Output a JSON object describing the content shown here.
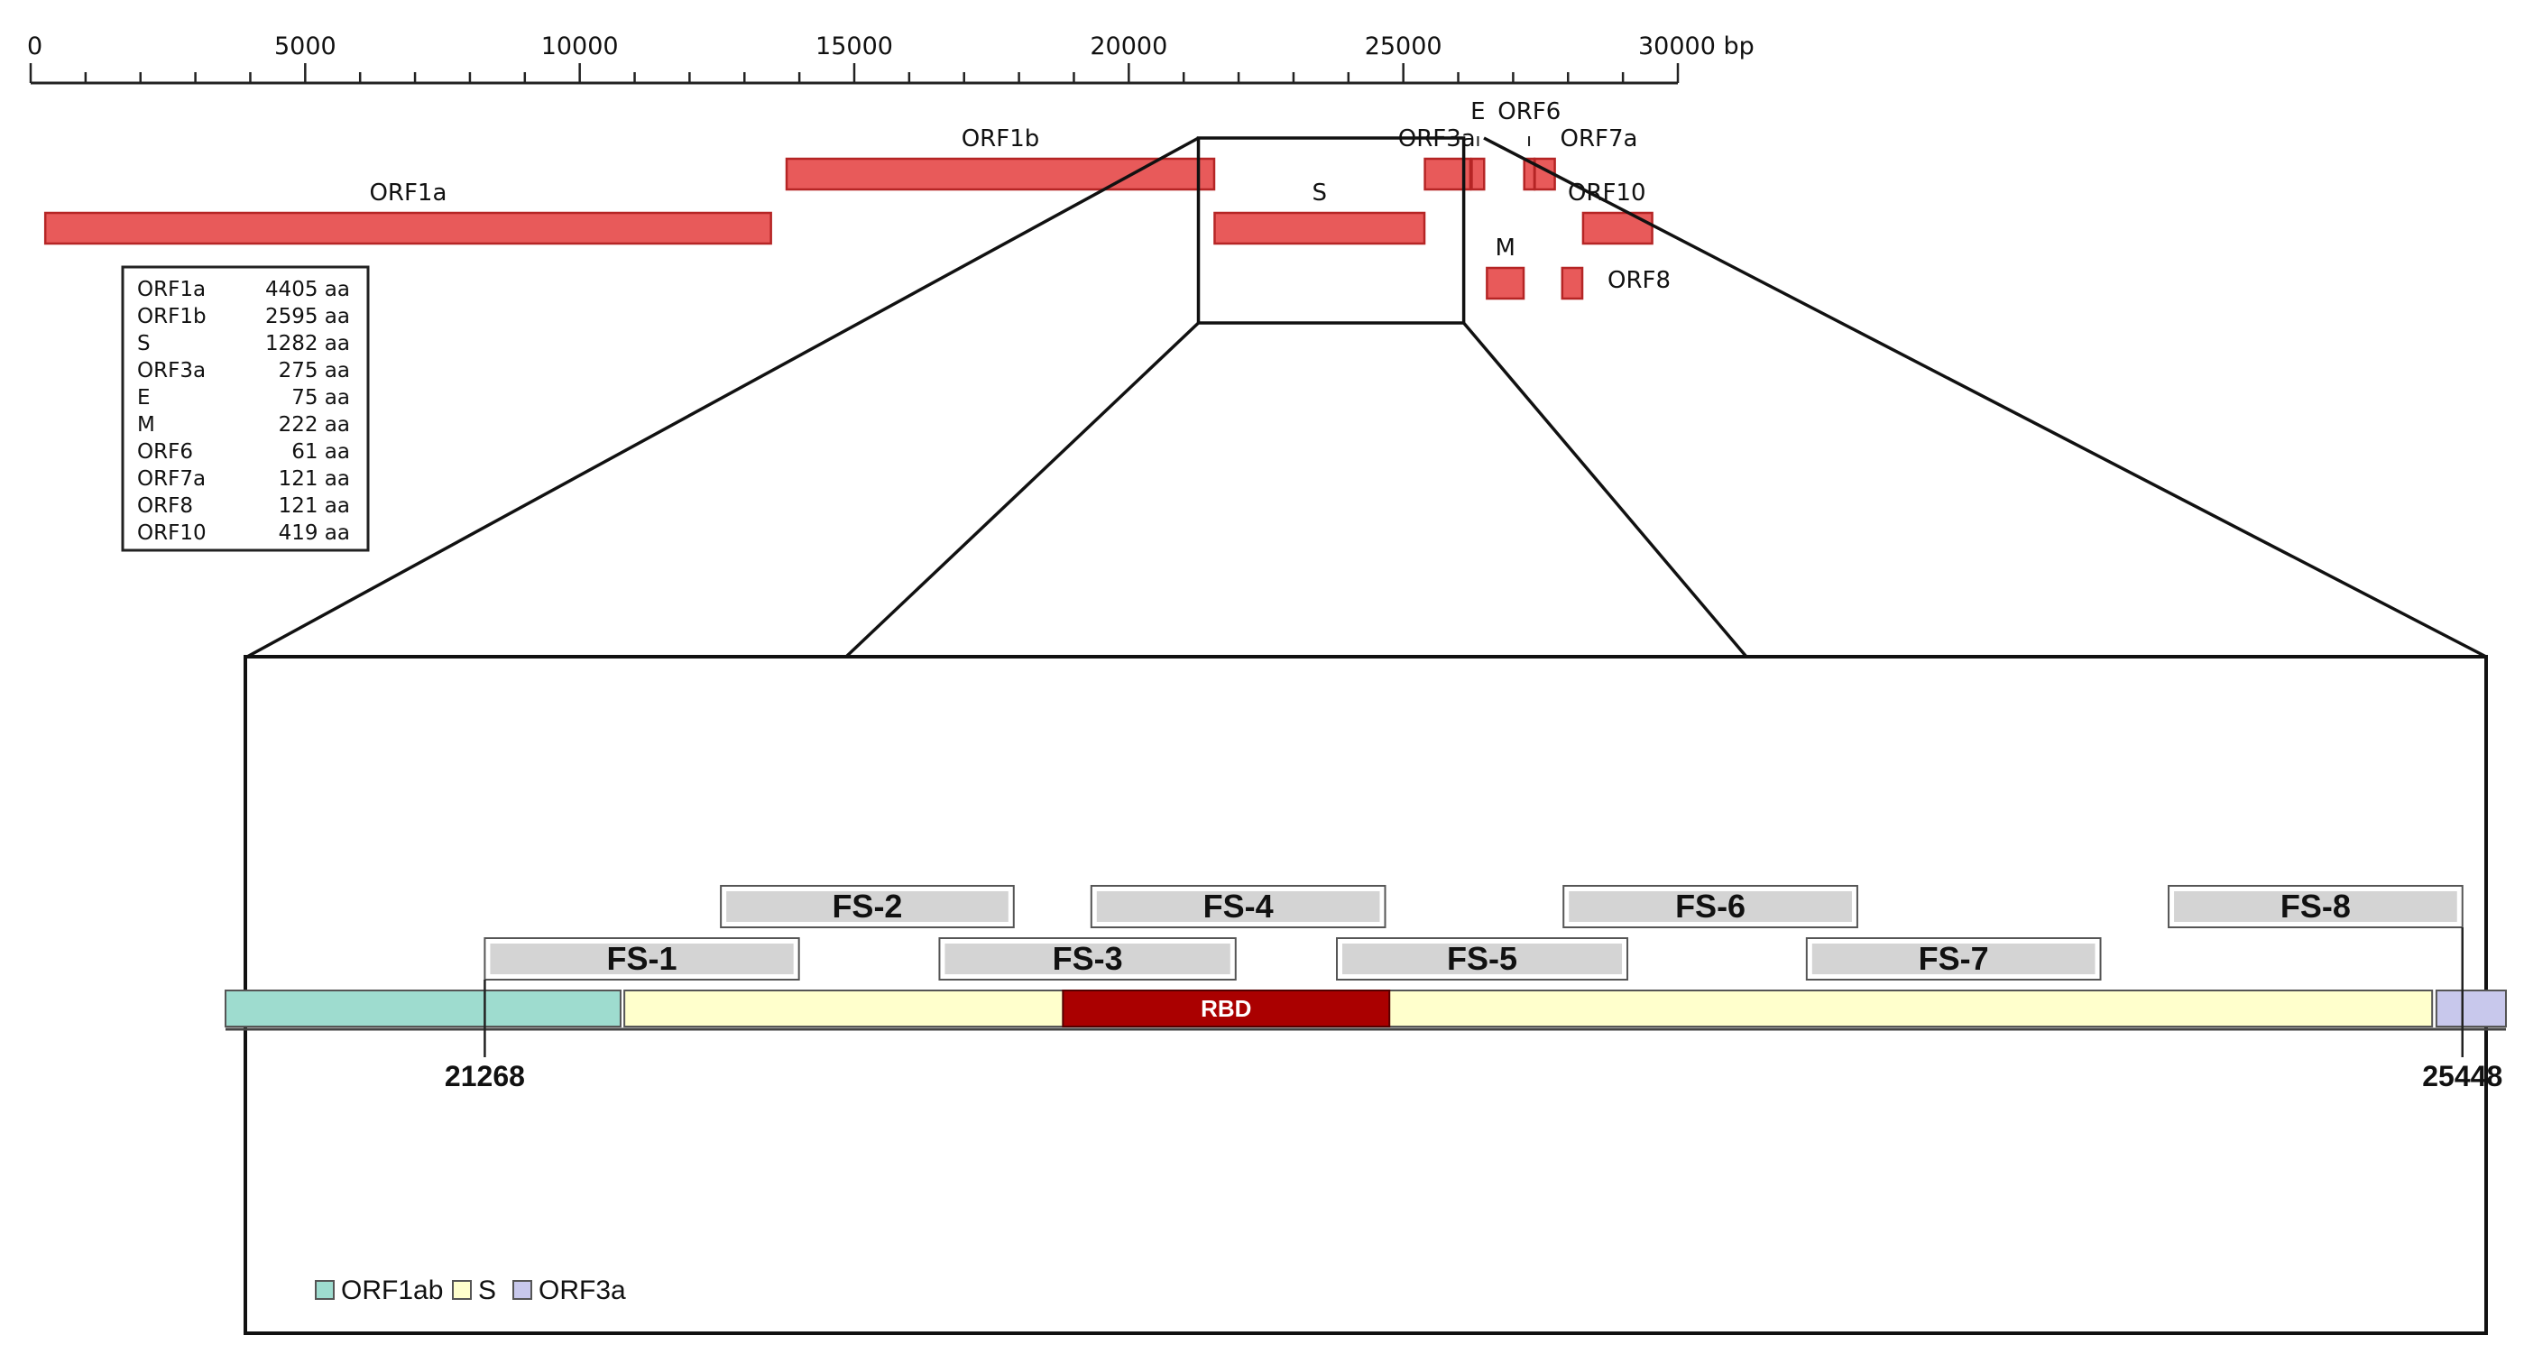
{
  "genome_axis": {
    "ticks": [
      "0",
      "5000",
      "10000",
      "15000",
      "20000",
      "25000",
      "30000 bp"
    ],
    "tick_values": [
      0,
      5000,
      10000,
      15000,
      20000,
      25000,
      30000
    ],
    "max_bp": 30000
  },
  "genes": [
    {
      "name": "ORF1a",
      "start": 266,
      "end": 13483,
      "row": 2
    },
    {
      "name": "ORF1b",
      "start": 13768,
      "end": 21555,
      "row": 1
    },
    {
      "name": "S",
      "start": 21563,
      "end": 25384,
      "row": 2
    },
    {
      "name": "ORF3a",
      "start": 25393,
      "end": 26220,
      "row": 1
    },
    {
      "name": "E",
      "start": 26245,
      "end": 26472,
      "row": 1
    },
    {
      "name": "M",
      "start": 26523,
      "end": 27191,
      "row": 3
    },
    {
      "name": "ORF6",
      "start": 27202,
      "end": 27387,
      "row": 1
    },
    {
      "name": "ORF7a",
      "start": 27394,
      "end": 27759,
      "row": 1
    },
    {
      "name": "ORF8",
      "start": 27894,
      "end": 28259,
      "row": 3
    },
    {
      "name": "ORF10",
      "start": 28274,
      "end": 29533,
      "row": 2
    }
  ],
  "protein_table": [
    {
      "name": "ORF1a",
      "length": "4405 aa"
    },
    {
      "name": "ORF1b",
      "length": "2595 aa"
    },
    {
      "name": "S",
      "length": "1282 aa"
    },
    {
      "name": "ORF3a",
      "length": "275 aa"
    },
    {
      "name": "E",
      "length": "75 aa"
    },
    {
      "name": "M",
      "length": "222 aa"
    },
    {
      "name": "ORF6",
      "length": "61 aa"
    },
    {
      "name": "ORF7a",
      "length": "121 aa"
    },
    {
      "name": "ORF8",
      "length": "121 aa"
    },
    {
      "name": "ORF10",
      "length": "419 aa"
    }
  ],
  "zoom": {
    "start_label": "21268",
    "end_label": "25448",
    "start": 21268,
    "end": 25448,
    "view_start": 20720,
    "view_end": 25540,
    "features": [
      {
        "name": "ORF1ab",
        "start": 20720,
        "end": 21555,
        "color": "#9edccf"
      },
      {
        "name": "S",
        "start": 21563,
        "end": 25384,
        "color": "#ffffcc"
      },
      {
        "name": "ORF3a",
        "start": 25393,
        "end": 25540,
        "color": "#c8c8ec"
      }
    ],
    "rbd": {
      "label": "RBD",
      "start": 22490,
      "end": 23180,
      "color": "#aa0000"
    },
    "fragments": [
      {
        "label": "FS-1",
        "start": 21268,
        "end": 21932,
        "row": 2
      },
      {
        "label": "FS-2",
        "start": 21767,
        "end": 22386,
        "row": 1
      },
      {
        "label": "FS-3",
        "start": 22229,
        "end": 22855,
        "row": 2
      },
      {
        "label": "FS-4",
        "start": 22550,
        "end": 23171,
        "row": 1
      },
      {
        "label": "FS-5",
        "start": 23069,
        "end": 23683,
        "row": 2
      },
      {
        "label": "FS-6",
        "start": 23548,
        "end": 24169,
        "row": 1
      },
      {
        "label": "FS-7",
        "start": 24062,
        "end": 24683,
        "row": 2
      },
      {
        "label": "FS-8",
        "start": 24827,
        "end": 25448,
        "row": 1
      }
    ],
    "legend": [
      {
        "label": "ORF1ab",
        "color": "#9edccf"
      },
      {
        "label": "S",
        "color": "#ffffcc"
      },
      {
        "label": "ORF3a",
        "color": "#c8c8ec"
      }
    ]
  },
  "colors": {
    "gene_fill": "#e85a5a",
    "gene_stroke": "#b52525",
    "fragment_fill": "#d4d4d4"
  }
}
